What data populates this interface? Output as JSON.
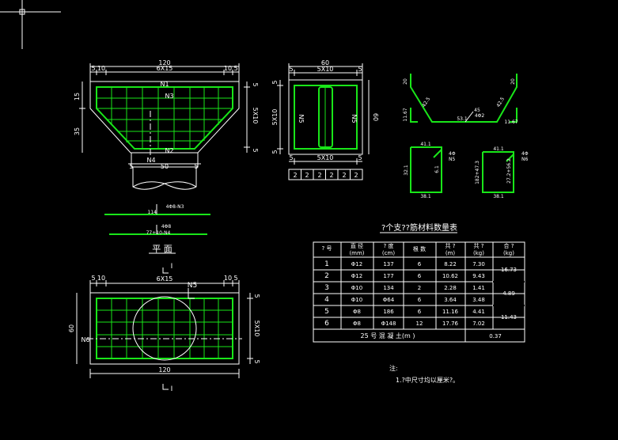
{
  "plan_view": {
    "top_dim_overall": "120",
    "top_dim_inner": "6X15",
    "top_dim_left_a": "5",
    "top_dim_left_b": "10",
    "top_dim_right_a": "10",
    "top_dim_right_b": "5",
    "left_dim_top": "15",
    "left_dim_bottom": "35",
    "right_dim_top": "5",
    "right_dim_mid": "5X10",
    "right_dim_bottom": "5",
    "bar_n1": "N1",
    "bar_n3": "N3",
    "bar_n2": "N2",
    "bar_n4": "N4",
    "bottom_dim": "50",
    "bottom_dim_left": "5",
    "bottom_dim_right": "5",
    "bar_label_1a": "4Φ8-N3",
    "bar_label_1b": "114",
    "bar_label_2a": "4Φ8",
    "bar_label_2b": "77+10-N4",
    "title": "平 面"
  },
  "section_view": {
    "top_dim_overall": "60",
    "top_dim_left": "5",
    "top_dim_inner": "5X10",
    "top_dim_right": "5",
    "left_dim": "5X10",
    "left_dim_top": "5",
    "left_dim_bottom": "5",
    "right_dim": "60",
    "bar_n5_left": "N5",
    "bar_n5_right": "N5",
    "bottom_dim_left": "5",
    "bottom_dim_inner": "5X10",
    "bottom_dim_right": "5",
    "cells": [
      "2",
      "2",
      "2",
      "2",
      "2",
      "2"
    ]
  },
  "bend_detail": {
    "left_top": "20",
    "left_slope": "42.5",
    "left_leg": "11.67",
    "mid_dim": "45",
    "mid_bar": "4Φ2",
    "mid_base": "53.1",
    "right_slope": "42.5",
    "right_top": "20",
    "right_leg": "11.67"
  },
  "stirrup_left": {
    "top": "41.1",
    "right_mark": "4Φ",
    "right_mark_b": "N5",
    "left": "32.1",
    "inner": "6.1",
    "bottom": "38.1"
  },
  "stirrup_right": {
    "top": "41.1",
    "right_mark": "4Φ",
    "right_mark_b": "N6",
    "left": "182+47.3",
    "inner": "27.2+56.2",
    "bottom": "38.1"
  },
  "table": {
    "title": "?个支??筋材料数量表",
    "headers": {
      "h1": "?  号",
      "h2a": "直 径",
      "h2b": "(mm)",
      "h3a": "?  度",
      "h3b": "(cm)",
      "h4": "根 数",
      "h5a": "共  ?",
      "h5b": "(m)",
      "h6a": "共 ?",
      "h6b": "(kg)",
      "h7a": "合  ?",
      "h7b": "(kg)"
    },
    "rows": [
      {
        "no": "1",
        "dia": "Φ12",
        "len": "137",
        "count": "6",
        "total_len": "8.22",
        "weight": "7.30"
      },
      {
        "no": "2",
        "dia": "Φ12",
        "len": "177",
        "count": "6",
        "total_len": "10.62",
        "weight": "9.43"
      },
      {
        "no": "3",
        "dia": "Φ10",
        "len": "134",
        "count": "2",
        "total_len": "2.28",
        "weight": "1.41"
      },
      {
        "no": "4",
        "dia": "Φ10",
        "len": "Φ64",
        "count": "6",
        "total_len": "3.64",
        "weight": "3.48"
      },
      {
        "no": "5",
        "dia": "Φ8",
        "len": "186",
        "count": "6",
        "total_len": "11.16",
        "weight": "4.41"
      },
      {
        "no": "6",
        "dia": "Φ8",
        "len": "Φ148",
        "count": "12",
        "total_len": "17.76",
        "weight": "7.02"
      }
    ],
    "sums": [
      "16.73",
      "4.89",
      "11.43"
    ],
    "footer_label": "25  号  混  凝  土(m )",
    "footer_value": "0.37"
  },
  "elevation_view": {
    "top_dim_left_a": "5",
    "top_dim_left_b": "10",
    "top_dim_inner": "6X15",
    "top_dim_right_a": "10",
    "top_dim_right_b": "5",
    "left_dim": "60",
    "bar_n6": "N6",
    "bar_n5": "N5",
    "right_dim_top": "5",
    "right_dim_mid": "5X10",
    "right_dim_bottom": "5",
    "bottom_dim": "120",
    "section_mark_top": "I",
    "section_mark_bottom": "I"
  },
  "notes": {
    "heading": "注:",
    "line1": "1.?中尺寸均以厘米?。"
  }
}
